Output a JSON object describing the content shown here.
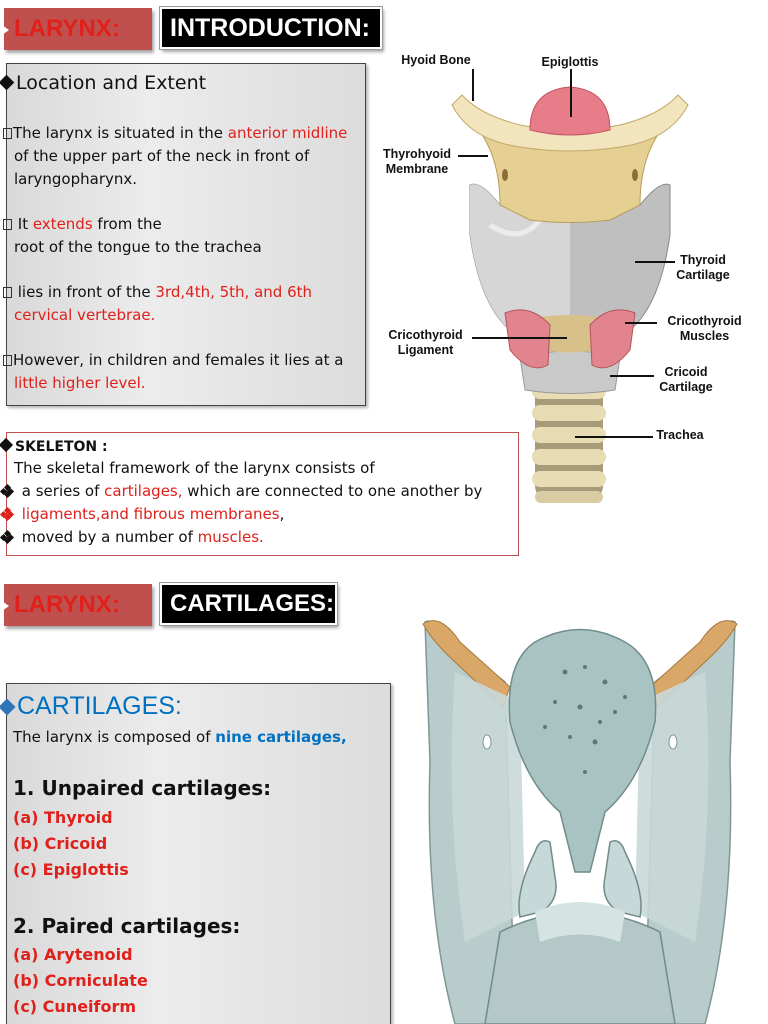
{
  "section1": {
    "tag_left": "LARYNX:",
    "tag_right": "INTRODUCTION:",
    "location": {
      "heading": "Location and Extent",
      "p1_a": "The larynx is situated in the ",
      "p1_b": "anterior midline",
      "p1_c": "of the upper part of the neck in front of",
      "p1_d": "laryngopharynx.",
      "p2_a": " It ",
      "p2_b": "extends",
      "p2_c": " from the",
      "p2_d": "root of the tongue to the trachea",
      "p3_a": " lies in front of the ",
      "p3_b": "3rd,4th, 5th, and 6th",
      "p3_c": "cervical vertebrae.",
      "p4_a": "However, in children and females it lies at a",
      "p4_b": "little higher level."
    },
    "skeleton": {
      "heading": "SKELETON :",
      "line1": "The skeletal framework of the larynx consists of",
      "b1_a": " a series of ",
      "b1_b": "cartilages,",
      "b1_c": " which are connected to one another by",
      "b2_a": " ligaments,and fibrous membranes",
      "b2_b": ",",
      "b3_a": " moved by a number of ",
      "b3_b": "muscles."
    },
    "figure_labels": {
      "hyoid": "Hyoid Bone",
      "epiglottis": "Epiglottis",
      "thyrohyoid_1": "Thyrohyoid",
      "thyrohyoid_2": "Membrane",
      "thyroid_1": "Thyroid",
      "thyroid_2": "Cartilage",
      "cricothyroid_lig_1": "Cricothyroid",
      "cricothyroid_lig_2": "Ligament",
      "cricothyroid_mus_1": "Cricothyroid",
      "cricothyroid_mus_2": "Muscles",
      "cricoid_1": "Cricoid",
      "cricoid_2": "Cartilage",
      "trachea": "Trachea"
    }
  },
  "section2": {
    "tag_left": "LARYNX:",
    "tag_right": "CARTILAGES:",
    "heading": "CARTILAGES:",
    "intro_a": "The larynx is composed of ",
    "intro_b": "nine cartilages,",
    "unpaired_heading": "1. Unpaired cartilages:",
    "unpaired": [
      "(a) Thyroid",
      "(b) Cricoid",
      "(c) Epiglottis"
    ],
    "paired_heading": "2. Paired cartilages:",
    "paired": [
      "(a) Arytenoid",
      "(b) Corniculate",
      "(c) Cuneiform"
    ]
  },
  "colors": {
    "accent_red": "#c0504d",
    "text_red": "#e0201b",
    "blue": "#0070c0"
  }
}
